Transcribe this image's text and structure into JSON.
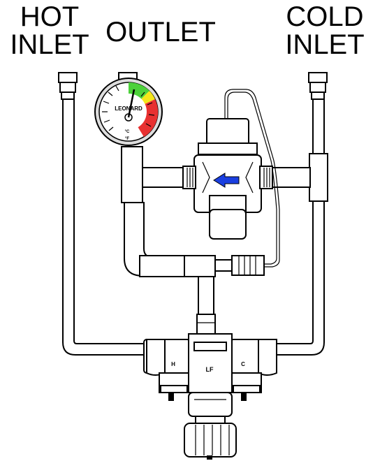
{
  "labels": {
    "hot_line1": "HOT",
    "hot_line2": "INLET",
    "outlet": "OUTLET",
    "cold_line1": "COLD",
    "cold_line2": "INLET"
  },
  "gauge": {
    "brand": "LEONARD",
    "unit_c": "°C",
    "unit_f": "°F",
    "zone_colors": {
      "green": "#4cd13a",
      "yellow": "#f5e61a",
      "red": "#e83030"
    }
  },
  "valve_markings": {
    "hot": "H",
    "cold": "C",
    "center": "LF"
  },
  "flow_arrow_color": "#1a3fe0"
}
